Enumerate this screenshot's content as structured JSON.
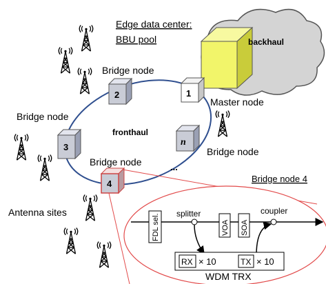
{
  "edge_dc": {
    "title_line1": "Edge data center:",
    "title_line2": "BBU pool",
    "cloud_label": "backhaul"
  },
  "ring": {
    "label": "fronthaul",
    "ellipsis": "...",
    "nodes": [
      {
        "id": "1",
        "caption": "Master node"
      },
      {
        "id": "2",
        "caption": "Bridge node"
      },
      {
        "id": "3",
        "caption": "Bridge node"
      },
      {
        "id": "4",
        "caption": "Bridge node"
      },
      {
        "id": "n",
        "caption": "Bridge node"
      }
    ]
  },
  "antenna_sites_label": "Antenna sites",
  "detail": {
    "title": "Bridge node 4",
    "fdl": "FDL sel.",
    "splitter": "splitter",
    "voa": "VOA",
    "soa": "SOA",
    "coupler": "coupler",
    "rx": "RX",
    "tx": "TX",
    "multiplier": "× 10",
    "trx_label": "WDM TRX"
  },
  "colors": {
    "server_yellow": "#f2f56a",
    "cloud_gray": "#d4d4d4",
    "node_gray": "#c9ccd6",
    "ring_blue": "#2f4f8f",
    "detail_red": "#e24a4a"
  }
}
